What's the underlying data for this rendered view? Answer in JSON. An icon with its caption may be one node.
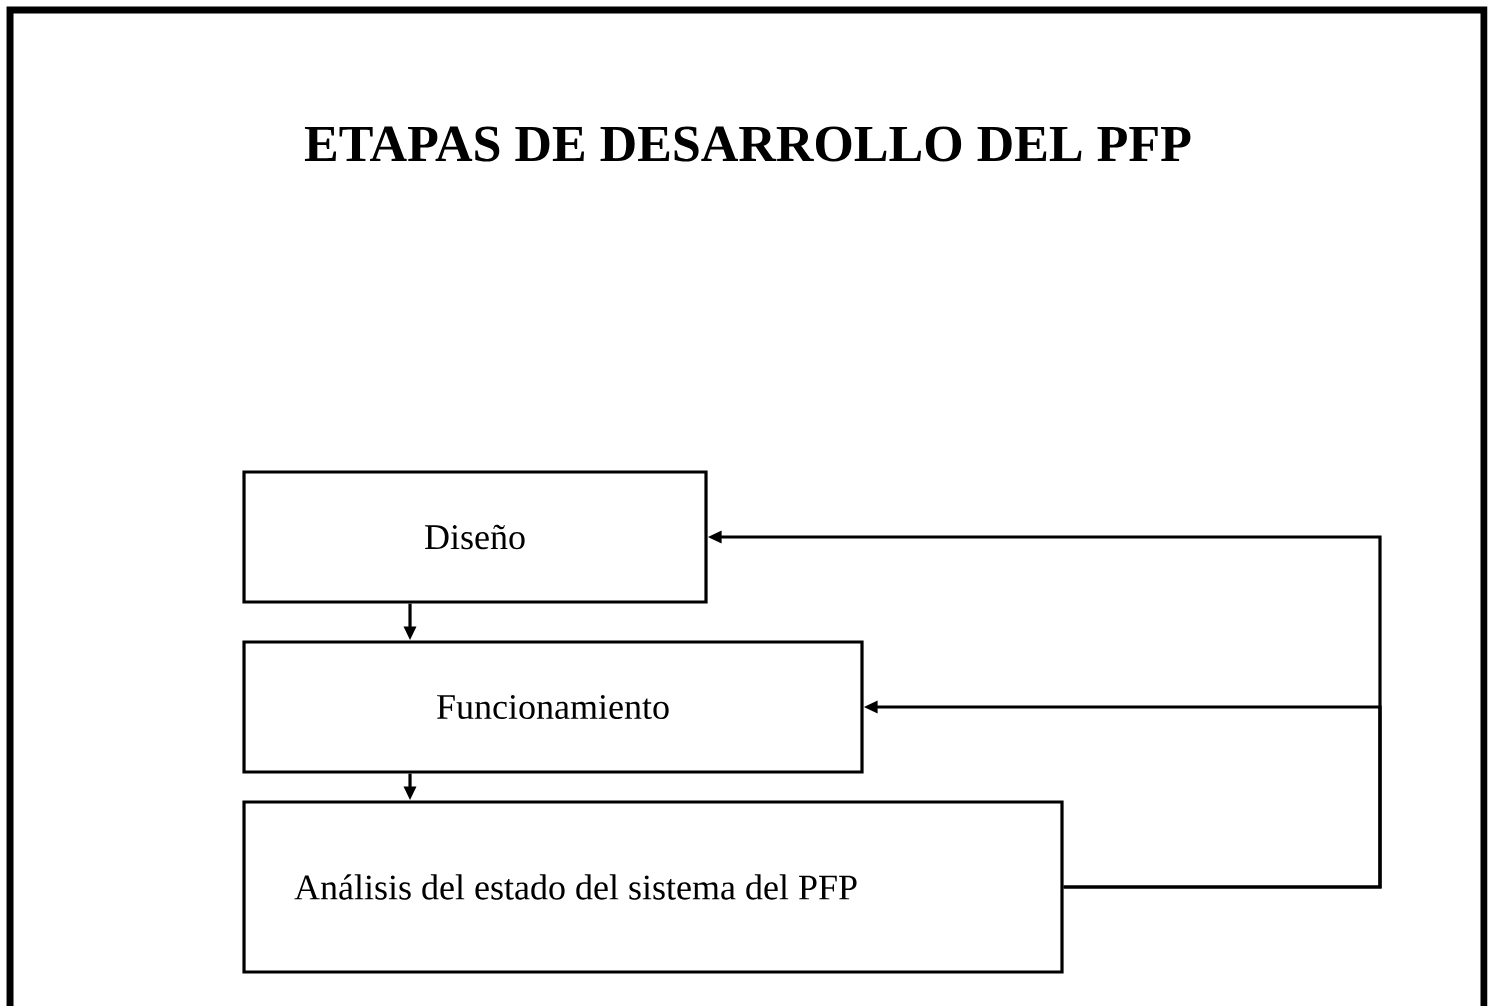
{
  "diagram": {
    "title": "ETAPAS DE DESARROLLO DEL PFP",
    "nodes": [
      {
        "text": [
          "Diseño"
        ]
      },
      {
        "text": [
          "Funcionamiento"
        ]
      },
      {
        "text": [
          "Análisis del estado del sistema del PFP"
        ]
      }
    ],
    "edges": [
      {
        "from": 0,
        "to": 1,
        "arrow": "to"
      },
      {
        "from": 1,
        "to": 2,
        "arrow": "to"
      },
      {
        "from": 2,
        "to": 0,
        "arrow": "to"
      },
      {
        "from": 2,
        "to": 1,
        "arrow": "to"
      }
    ]
  }
}
